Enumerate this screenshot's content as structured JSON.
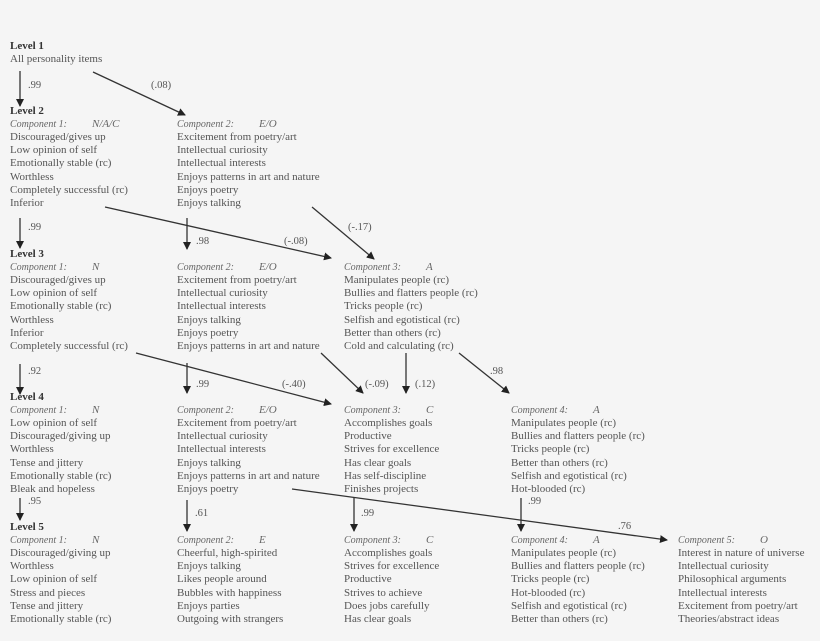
{
  "levels": [
    {
      "label": "Level 1",
      "root": "All personality items"
    },
    {
      "label": "Level 2",
      "components": [
        {
          "name": "Component 1:",
          "code": "N/A/C",
          "items": [
            "Discouraged/gives up",
            "Low opinion of self",
            "Emotionally stable (rc)",
            "Worthless",
            "Completely successful (rc)",
            "Inferior"
          ]
        },
        {
          "name": "Component 2:",
          "code": "E/O",
          "items": [
            "Excitement from poetry/art",
            "Intellectual curiosity",
            "Intellectual interests",
            "Enjoys patterns in art and nature",
            "Enjoys poetry",
            "Enjoys talking"
          ]
        }
      ]
    },
    {
      "label": "Level 3",
      "components": [
        {
          "name": "Component 1:",
          "code": "N",
          "items": [
            "Discouraged/gives up",
            "Low opinion of self",
            "Emotionally stable (rc)",
            "Worthless",
            "Inferior",
            "Completely successful (rc)"
          ]
        },
        {
          "name": "Component 2:",
          "code": "E/O",
          "items": [
            "Excitement from poetry/art",
            "Intellectual curiosity",
            "Intellectual interests",
            "Enjoys talking",
            "Enjoys poetry",
            "Enjoys patterns in art and nature"
          ]
        },
        {
          "name": "Component 3:",
          "code": "A",
          "items": [
            "Manipulates people (rc)",
            "Bullies and flatters people (rc)",
            "Tricks people (rc)",
            "Selfish and egotistical (rc)",
            "Better than others (rc)",
            "Cold and calculating (rc)"
          ]
        }
      ]
    },
    {
      "label": "Level 4",
      "components": [
        {
          "name": "Component 1:",
          "code": "N",
          "items": [
            "Low opinion of self",
            "Discouraged/giving up",
            "Worthless",
            "Tense and jittery",
            "Emotionally stable (rc)",
            "Bleak and hopeless"
          ]
        },
        {
          "name": "Component 2:",
          "code": "E/O",
          "items": [
            "Excitement from poetry/art",
            "Intellectual curiosity",
            "Intellectual interests",
            "Enjoys talking",
            "Enjoys patterns in art and nature",
            "Enjoys poetry"
          ]
        },
        {
          "name": "Component 3:",
          "code": "C",
          "items": [
            "Accomplishes goals",
            "Productive",
            "Strives for excellence",
            "Has clear goals",
            "Has self-discipline",
            "Finishes projects"
          ]
        },
        {
          "name": "Component 4:",
          "code": "A",
          "items": [
            "Manipulates people (rc)",
            "Bullies and flatters people (rc)",
            "Tricks people (rc)",
            "Better than others (rc)",
            "Selfish and egotistical (rc)",
            "Hot-blooded (rc)"
          ]
        }
      ]
    },
    {
      "label": "Level 5",
      "components": [
        {
          "name": "Component 1:",
          "code": "N",
          "items": [
            "Discouraged/giving up",
            "Worthless",
            "Low opinion of self",
            "Stress and pieces",
            "Tense and jittery",
            "Emotionally stable (rc)"
          ]
        },
        {
          "name": "Component 2:",
          "code": "E",
          "items": [
            "Cheerful, high-spirited",
            "Enjoys talking",
            "Likes people around",
            "Bubbles with happiness",
            "Enjoys parties",
            "Outgoing with strangers"
          ]
        },
        {
          "name": "Component 3:",
          "code": "C",
          "items": [
            "Accomplishes goals",
            "Strives for excellence",
            "Productive",
            "Strives to achieve",
            "Does jobs carefully",
            "Has clear goals"
          ]
        },
        {
          "name": "Component 4:",
          "code": "A",
          "items": [
            "Manipulates people (rc)",
            "Bullies and flatters people (rc)",
            "Tricks people (rc)",
            "Hot-blooded (rc)",
            "Selfish and egotistical (rc)",
            "Better than others (rc)"
          ]
        },
        {
          "name": "Component 5:",
          "code": "O",
          "items": [
            "Interest in nature of universe",
            "Intellectual curiosity",
            "Philosophical arguments",
            "Intellectual interests",
            "Excitement from poetry/art",
            "Theories/abstract ideas"
          ]
        }
      ]
    }
  ],
  "edges": [
    {
      "from": "L1",
      "to": "L2.C1",
      "label": ".99"
    },
    {
      "from": "L1",
      "to": "L2.C2",
      "label": "(.08)"
    },
    {
      "from": "L2.C1",
      "to": "L3.C1",
      "label": ".99"
    },
    {
      "from": "L2.C1",
      "to": "L3.C3",
      "label": "(-.08)"
    },
    {
      "from": "L2.C2",
      "to": "L3.C2",
      "label": ".98"
    },
    {
      "from": "L2.C2",
      "to": "L3.C3",
      "label": "(-.17)"
    },
    {
      "from": "L3.C1",
      "to": "L4.C1",
      "label": ".92"
    },
    {
      "from": "L3.C1",
      "to": "L4.C3",
      "label": "(-.40)"
    },
    {
      "from": "L3.C2",
      "to": "L4.C2",
      "label": ".99"
    },
    {
      "from": "L3.C2",
      "to": "L4.C3",
      "label": "(-.09)"
    },
    {
      "from": "L3.C3",
      "to": "L4.C3",
      "label": "(.12)"
    },
    {
      "from": "L3.C3",
      "to": "L4.C4",
      "label": ".98"
    },
    {
      "from": "L4.C1",
      "to": "L5.C1",
      "label": ".95"
    },
    {
      "from": "L4.C2",
      "to": "L5.C2",
      "label": ".61"
    },
    {
      "from": "L4.C3",
      "to": "L5.C3",
      "label": ".99"
    },
    {
      "from": "L4.C4",
      "to": "L5.C4",
      "label": ".99"
    },
    {
      "from": "L4.C2",
      "to": "L5.C5",
      "label": ".76"
    }
  ]
}
